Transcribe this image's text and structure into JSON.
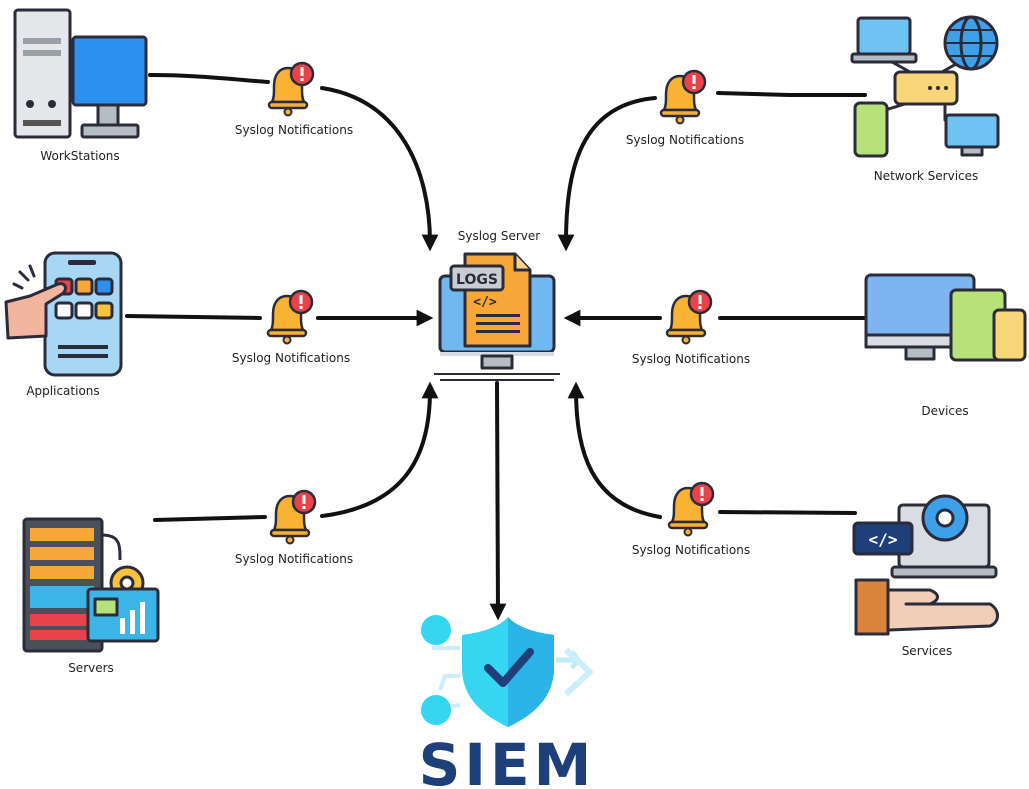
{
  "server": {
    "label": "Syslog Server",
    "doc_label": "LOGS",
    "code_glyph": "</>"
  },
  "siem": {
    "label": "SIEM"
  },
  "sources": {
    "workstations": "WorkStations",
    "applications": "Applications",
    "servers": "Servers",
    "network_services": "Network Services",
    "devices": "Devices",
    "services": "Services"
  },
  "notifications": {
    "top_left": "Syslog Notifications",
    "mid_left": "Syslog Notifications",
    "bottom_left": "Syslog Notifications",
    "top_right": "Syslog Notifications",
    "mid_right": "Syslog Notifications",
    "bottom_right": "Syslog Notifications"
  },
  "icon_names": [
    "workstation-icon",
    "applications-icon",
    "servers-icon",
    "network-services-icon",
    "devices-icon",
    "services-icon",
    "bell-alert-icon",
    "syslog-server-icon",
    "siem-shield-icon"
  ],
  "colors": {
    "bell": "#f9b233",
    "alert": "#e8434a",
    "logs": "#f7a638",
    "screen": "#6fb8f0",
    "siem_shield": "#2ab3e6",
    "siem_text": "#1e3f7a"
  }
}
